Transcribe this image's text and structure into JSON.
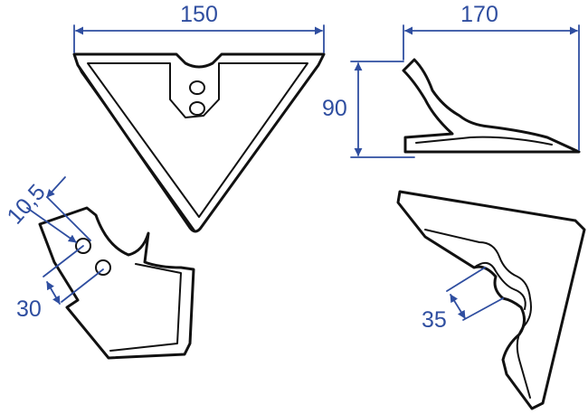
{
  "colors": {
    "outline": "#111111",
    "dimension": "#2f4ea0",
    "background": "#ffffff"
  },
  "views": {
    "front": {
      "width_label": "150"
    },
    "side": {
      "length_label": "170",
      "height_label": "90"
    },
    "detail": {
      "hole_diameter_label": "10,5",
      "hole_spacing_label": "30"
    },
    "top": {
      "notch_width_label": "35"
    }
  }
}
